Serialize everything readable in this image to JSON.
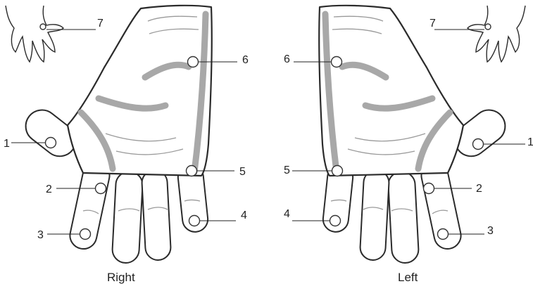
{
  "captions": {
    "right": "Right",
    "left": "Left"
  },
  "right_hand_points": [
    "1",
    "2",
    "3",
    "4",
    "5",
    "6",
    "7"
  ],
  "left_hand_points": [
    "1",
    "2",
    "3",
    "4",
    "5",
    "6",
    "7"
  ],
  "colors": {
    "outline": "#2b2b2b",
    "shading": "#a8a8a8",
    "marker_fill": "#ffffff"
  }
}
